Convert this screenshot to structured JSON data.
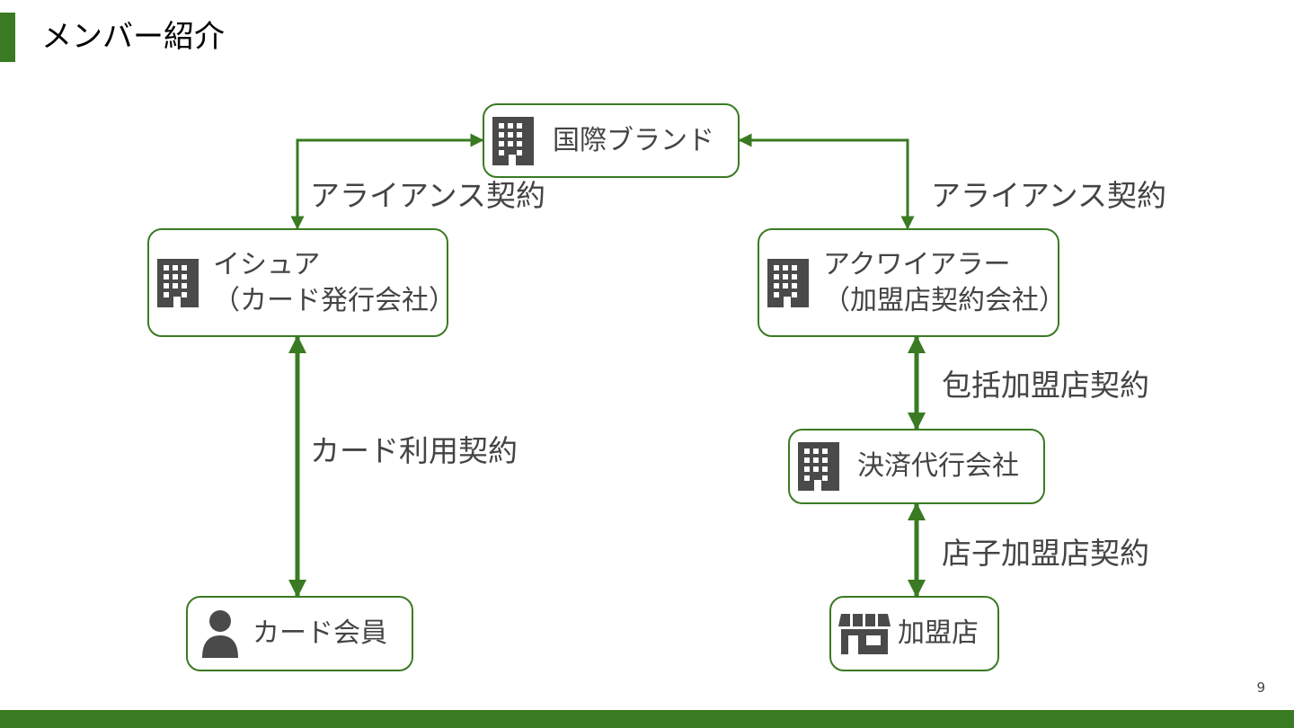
{
  "slide": {
    "title": "メンバー紹介",
    "page_number": "9"
  },
  "colors": {
    "accent": "#3a7a22",
    "text": "#444444",
    "icon": "#4a4a4a"
  },
  "nodes": {
    "brand": {
      "lines": [
        "国際ブランド"
      ],
      "icon": "building-icon"
    },
    "issuer": {
      "lines": [
        "イシュア",
        "（カード発行会社）"
      ],
      "icon": "building-icon"
    },
    "acquirer": {
      "lines": [
        "アクワイアラー",
        "（加盟店契約会社）"
      ],
      "icon": "building-icon"
    },
    "agent": {
      "lines": [
        "決済代行会社"
      ],
      "icon": "building-icon"
    },
    "member": {
      "lines": [
        "カード会員"
      ],
      "icon": "person-icon"
    },
    "merchant": {
      "lines": [
        "加盟店"
      ],
      "icon": "store-icon"
    }
  },
  "edges": {
    "brand_issuer": {
      "label": "アライアンス契約"
    },
    "brand_acquirer": {
      "label": "アライアンス契約"
    },
    "issuer_member": {
      "label": "カード利用契約"
    },
    "acquirer_agent": {
      "label": "包括加盟店契約"
    },
    "agent_merchant": {
      "label": "店子加盟店契約"
    }
  }
}
